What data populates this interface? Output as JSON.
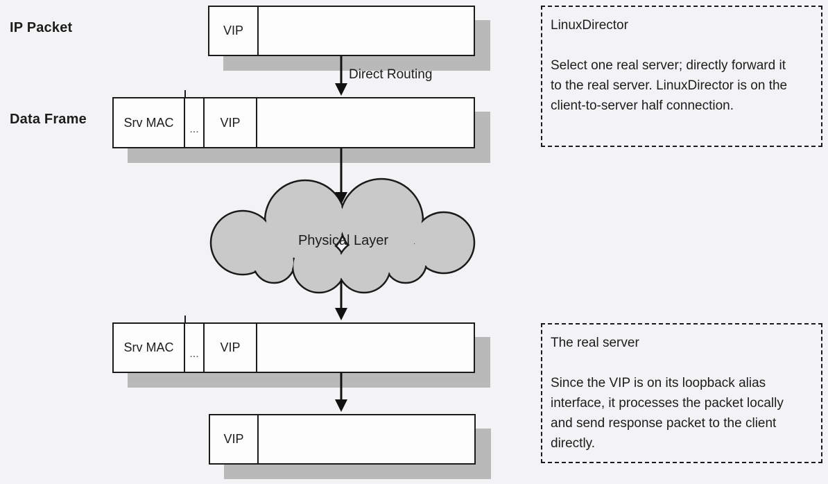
{
  "diagram": {
    "row_labels": {
      "ip_packet": "IP Packet",
      "data_frame": "Data Frame"
    },
    "arrow_label": "Direct Routing",
    "cloud_label": "Physical Layer",
    "frames": {
      "f1": {
        "cells": [
          "VIP",
          ""
        ]
      },
      "f2": {
        "cells": [
          "Srv MAC",
          "...",
          "VIP",
          ""
        ]
      },
      "f3": {
        "cells": [
          "Srv MAC",
          "...",
          "VIP",
          ""
        ]
      },
      "f4": {
        "cells": [
          "VIP",
          ""
        ]
      }
    },
    "notes": {
      "director": {
        "title": "LinuxDirector",
        "body": "Select one real server; directly forward it to the real server. LinuxDirector is on the client-to-server half connection."
      },
      "real_server": {
        "title": "The real server",
        "body": "Since the VIP is on its loopback alias interface, it processes the packet locally and send response packet to the client directly."
      }
    },
    "colors": {
      "background": "#f3f3f5",
      "border": "#1a1a1a",
      "shadow": "#b9b9b9",
      "cloud_fill": "#c9c9c9",
      "box_fill": "#fdfdfe"
    }
  }
}
